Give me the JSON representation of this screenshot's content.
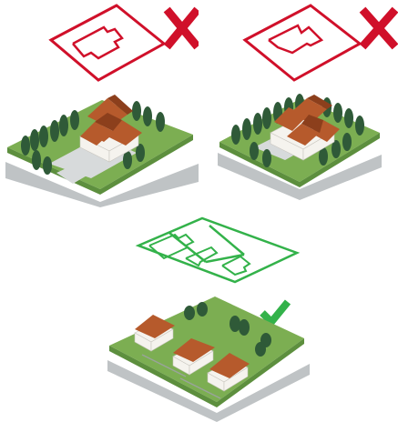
{
  "colors": {
    "reject": "#d0102a",
    "accept": "#33b24a",
    "grass": "#7cae52",
    "grass_dark": "#5d8f3e",
    "pavement": "#d7dadb",
    "road": "#bfc3c5",
    "roof": "#b65a2c",
    "roof_dark": "#8c3f1c",
    "wall": "#f5f3ee",
    "tree": "#2f5a38"
  },
  "panels": [
    {
      "id": "large-footprint",
      "verdict": "reject",
      "marker_icon": "x-icon"
    },
    {
      "id": "large-pointed-footprint",
      "verdict": "reject",
      "marker_icon": "x-icon"
    },
    {
      "id": "subdivided-lots",
      "verdict": "accept",
      "marker_icon": "checkmark-icon"
    }
  ]
}
